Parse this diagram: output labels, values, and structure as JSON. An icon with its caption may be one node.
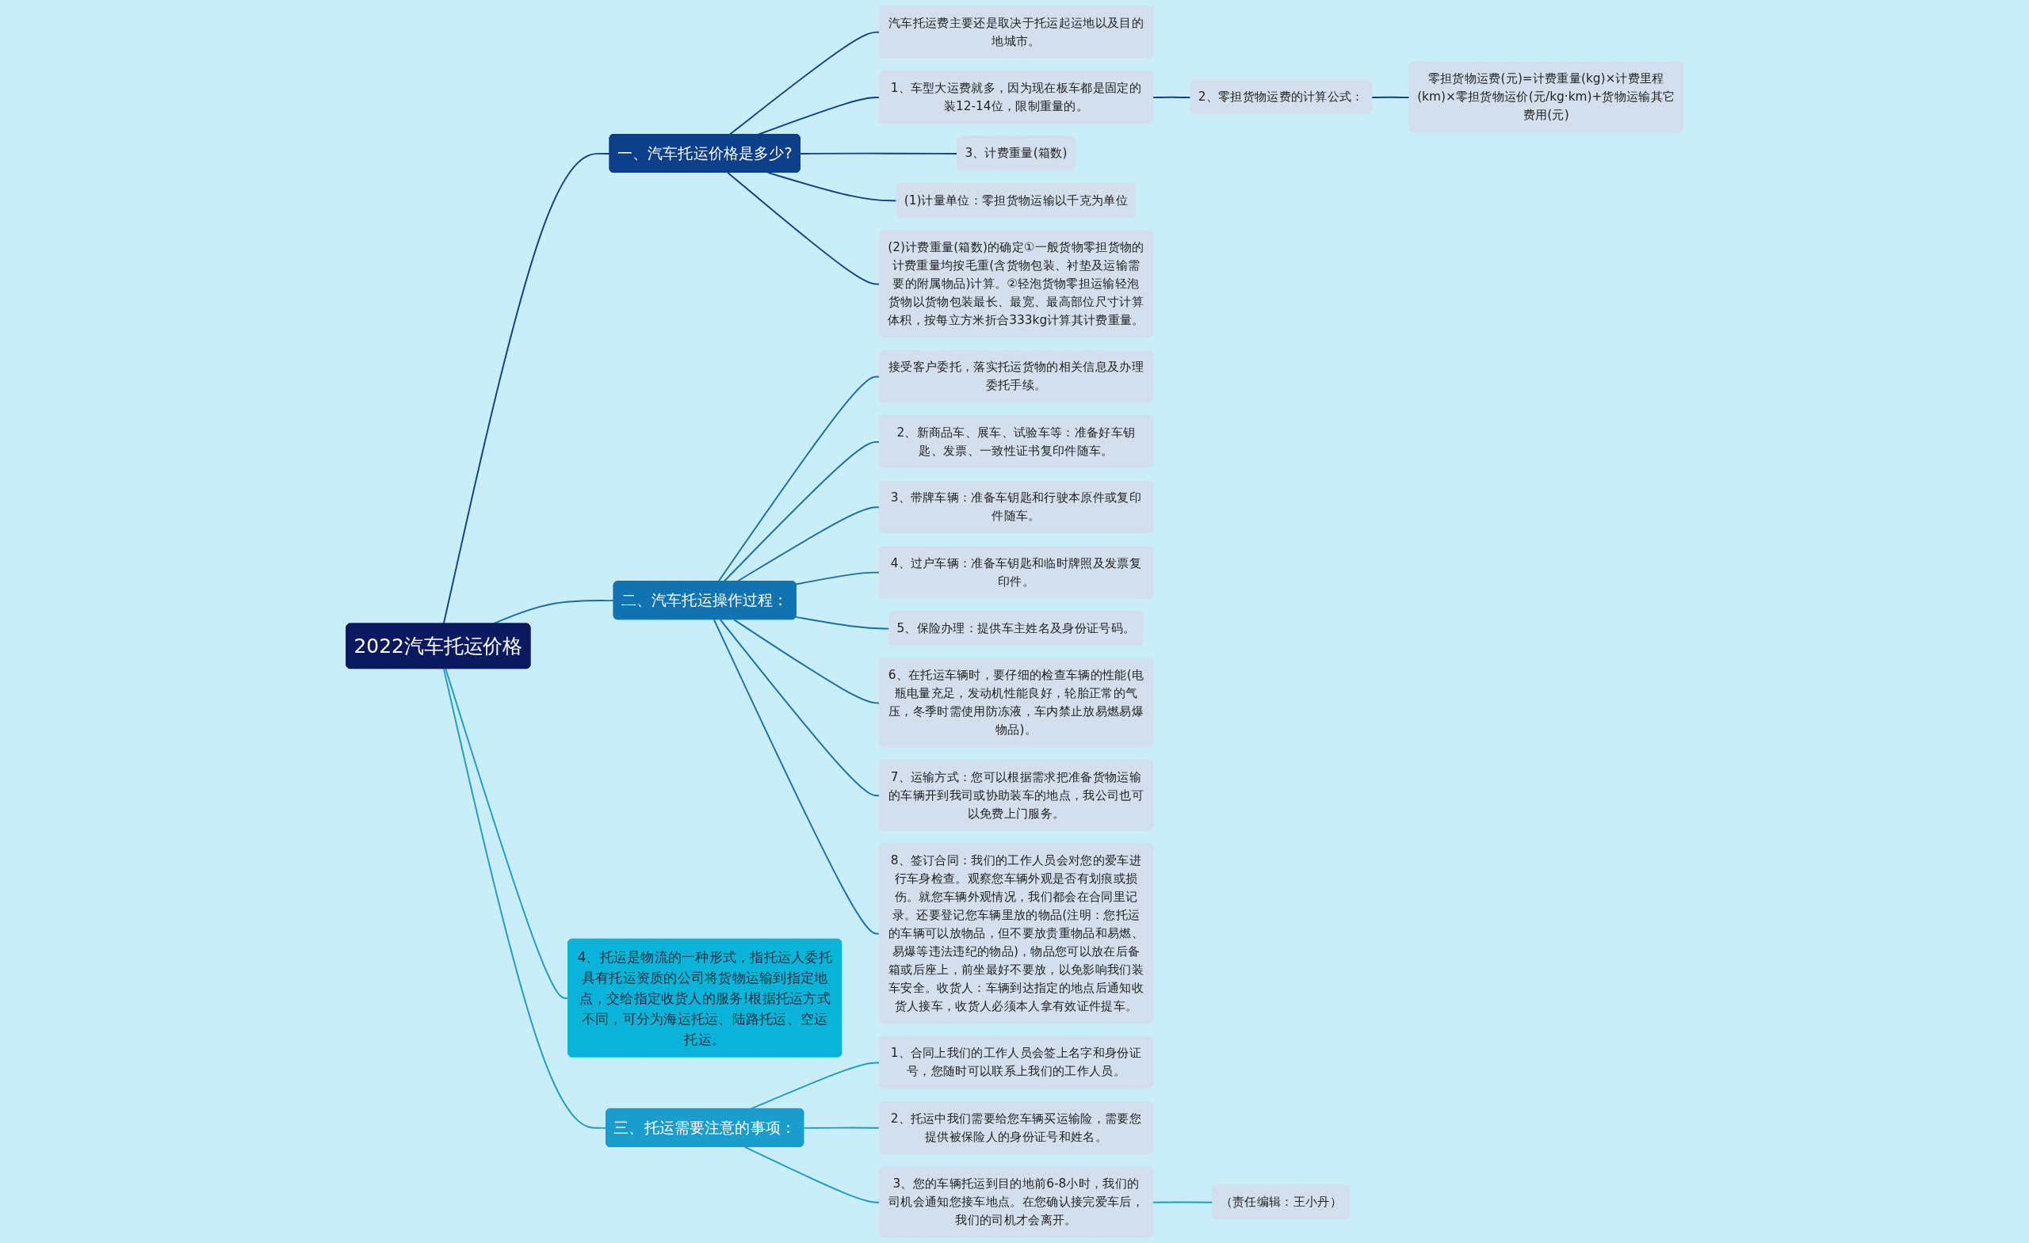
{
  "diagram": {
    "nodes": [
      {
        "text": [
          "2022汽车托运价格"
        ]
      },
      {
        "text": [
          "一、汽车托运价格是多少?"
        ]
      },
      {
        "text": [
          "汽车托运费主要还是取决于托运起运地以及目的地城市。"
        ]
      },
      {
        "text": [
          "1、车型大运费就多，因为现在板车都是固定的装12-14位，限制重量的。"
        ]
      },
      {
        "text": [
          "2、零担货物运费的计算公式："
        ]
      },
      {
        "text": [
          "零担货物运费(元)=计费重量(kg)×计费里程(km)×零担货物运价(元/kg·km)+货物运输其它费用(元)"
        ]
      },
      {
        "text": [
          "3、计费重量(箱数)"
        ]
      },
      {
        "text": [
          "(1)计量单位：零担货物运输以千克为单位"
        ]
      },
      {
        "text": [
          "(2)计费重量(箱数)的确定①一般货物零担货物的计费重量均按毛重(含货物包装、衬垫及运输需要的附属物品)计算。②轻泡货物零担运输轻泡货物以货物包装最长、最宽、最高部位尺寸计算体积，按每立方米折合333kg计算其计费重量。"
        ]
      },
      {
        "text": [
          "二、汽车托运操作过程："
        ]
      },
      {
        "text": [
          "接受客户委托，落实托运货物的相关信息及办理委托手续。"
        ]
      },
      {
        "text": [
          "2、新商品车、展车、试验车等：准备好车钥匙、发票、一致性证书复印件随车。"
        ]
      },
      {
        "text": [
          "3、带牌车辆：准备车钥匙和行驶本原件或复印件随车。"
        ]
      },
      {
        "text": [
          "4、过户车辆：准备车钥匙和临时牌照及发票复印件。"
        ]
      },
      {
        "text": [
          "5、保险办理：提供车主姓名及身份证号码。"
        ]
      },
      {
        "text": [
          "6、在托运车辆时，要仔细的检查车辆的性能(电瓶电量充足，发动机性能良好，轮胎正常的气压，冬季时需使用防冻液，车内禁止放易燃易爆物品)。"
        ]
      },
      {
        "text": [
          "7、运输方式：您可以根据需求把准备货物运输的车辆开到我司或协助装车的地点，我公司也可以免费上门服务。"
        ]
      },
      {
        "text": [
          "8、签订合同：我们的工作人员会对您的爱车进行车身检查。观察您车辆外观是否有划痕或损伤。就您车辆外观情况，我们都会在合同里记录。还要登记您车辆里放的物品(注明：您托运的车辆可以放物品，但不要放贵重物品和易燃、易爆等违法违纪的物品)，物品您可以放在后备箱或后座上，前坐最好不要放，以免影响我们装车安全。收货人：车辆到达指定的地点后通知收货人接车，收货人必须本人拿有效证件提车。"
        ]
      },
      {
        "text": [
          "4、托运是物流的一种形式，指托运人委托具有托运资质的公司将货物运输到指定地点，交给指定收货人的服务!根据托运方式不同，可分为海运托运、陆路托运、空运托运。"
        ]
      },
      {
        "text": [
          "三、托运需要注意的事项："
        ]
      },
      {
        "text": [
          "1、合同上我们的工作人员会签上名字和身份证号，您随时可以联系上我们的工作人员。"
        ]
      },
      {
        "text": [
          "2、托运中我们需要给您车辆买运输险，需要您提供被保险人的身份证号和姓名。"
        ]
      },
      {
        "text": [
          "3、您的车辆托运到目的地前6-8小时，我们的司机会通知您接车地点。在您确认接完爱车后，我们的司机才会离开。"
        ]
      },
      {
        "text": [
          "（责任编辑：王小丹）"
        ]
      }
    ],
    "edges": [
      {
        "from": 0,
        "to": 1,
        "arrow": "none",
        "color": "#0d3f8a"
      },
      {
        "from": 1,
        "to": 2,
        "arrow": "none",
        "color": "#0d3f8a"
      },
      {
        "from": 1,
        "to": 3,
        "arrow": "none",
        "color": "#0d3f8a"
      },
      {
        "from": 3,
        "to": 4,
        "arrow": "none",
        "color": "#0d3f8a"
      },
      {
        "from": 4,
        "to": 5,
        "arrow": "none",
        "color": "#0d3f8a"
      },
      {
        "from": 1,
        "to": 6,
        "arrow": "none",
        "color": "#0d3f8a"
      },
      {
        "from": 1,
        "to": 7,
        "arrow": "none",
        "color": "#0d3f8a"
      },
      {
        "from": 1,
        "to": 8,
        "arrow": "none",
        "color": "#0d3f8a"
      },
      {
        "from": 0,
        "to": 9,
        "arrow": "none"
      },
      {
        "from": 9,
        "to": 10,
        "arrow": "none"
      },
      {
        "from": 9,
        "to": 11,
        "arrow": "none"
      },
      {
        "from": 9,
        "to": 12,
        "arrow": "none"
      },
      {
        "from": 9,
        "to": 13,
        "arrow": "none"
      },
      {
        "from": 9,
        "to": 14,
        "arrow": "none"
      },
      {
        "from": 9,
        "to": 15,
        "arrow": "none"
      },
      {
        "from": 9,
        "to": 16,
        "arrow": "none"
      },
      {
        "from": 9,
        "to": 17,
        "arrow": "none"
      },
      {
        "from": 0,
        "to": 18,
        "arrow": "none",
        "color": "#1e9cc8"
      },
      {
        "from": 0,
        "to": 19,
        "arrow": "none",
        "color": "#1e9cc8"
      },
      {
        "from": 19,
        "to": 20,
        "arrow": "none",
        "color": "#1e9cc8"
      },
      {
        "from": 19,
        "to": 21,
        "arrow": "none",
        "color": "#1e9cc8"
      },
      {
        "from": 19,
        "to": 22,
        "arrow": "none",
        "color": "#1e9cc8"
      },
      {
        "from": 22,
        "to": 23,
        "arrow": "none",
        "color": "#1e9cc8"
      }
    ]
  }
}
